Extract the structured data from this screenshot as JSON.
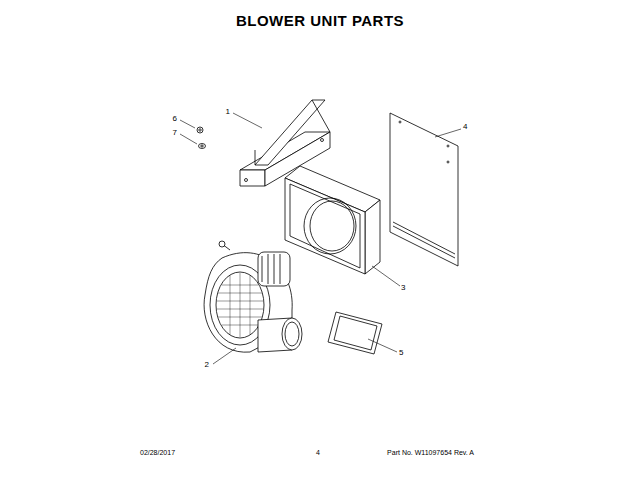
{
  "diagram": {
    "title": "BLOWER UNIT PARTS",
    "labels": [
      "1",
      "2",
      "3",
      "4",
      "5",
      "6",
      "7",
      "02/28/2017",
      "4",
      "Part No. W11097654 Rev. A"
    ]
  }
}
